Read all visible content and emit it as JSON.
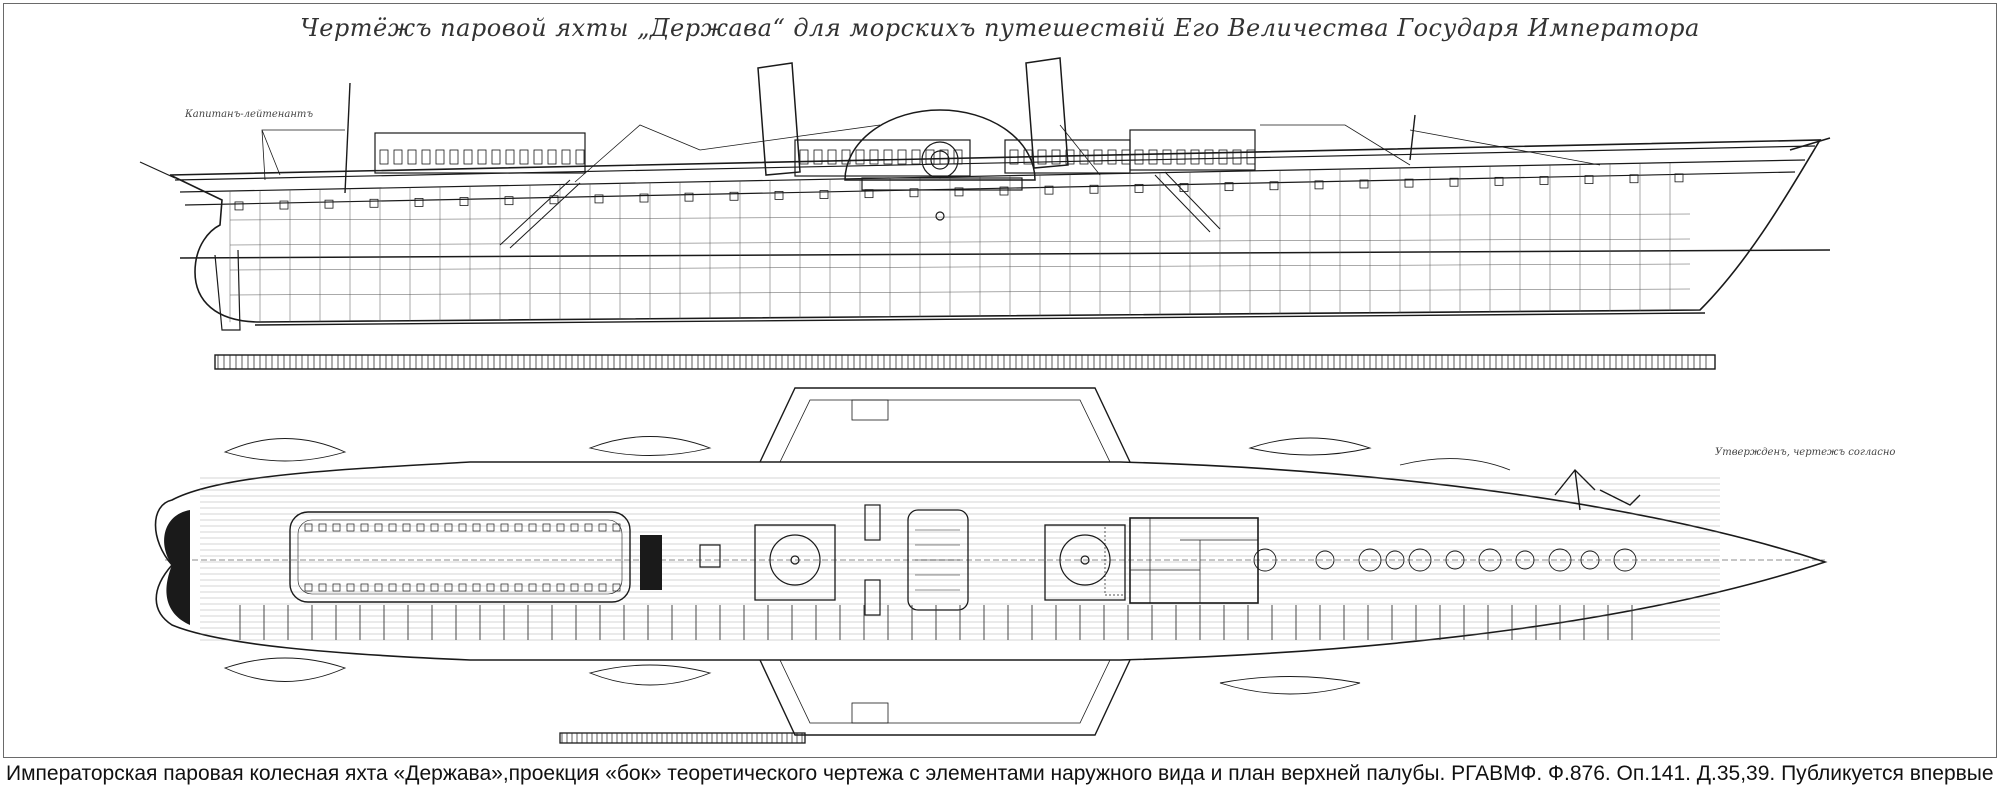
{
  "drawing": {
    "title": "Чертёжъ паровой яхты „Держава“ для морскихъ путешествій Его Величества Государя Императора",
    "side_note_left": "Капитанъ-лейтенантъ",
    "side_note_right": "Утвержденъ, чертежъ согласно"
  },
  "caption": "Императорская паровая колесная яхта «Держава»,проекция «бок» теоретического чертежа с  элементами наружного вида и план верхней палубы. РГАВМФ. Ф.876. Оп.141. Д.35,39. Публикуется впервые",
  "colors": {
    "ink": "#1a1a1a",
    "paper": "#ffffff",
    "caption": "#111111"
  }
}
